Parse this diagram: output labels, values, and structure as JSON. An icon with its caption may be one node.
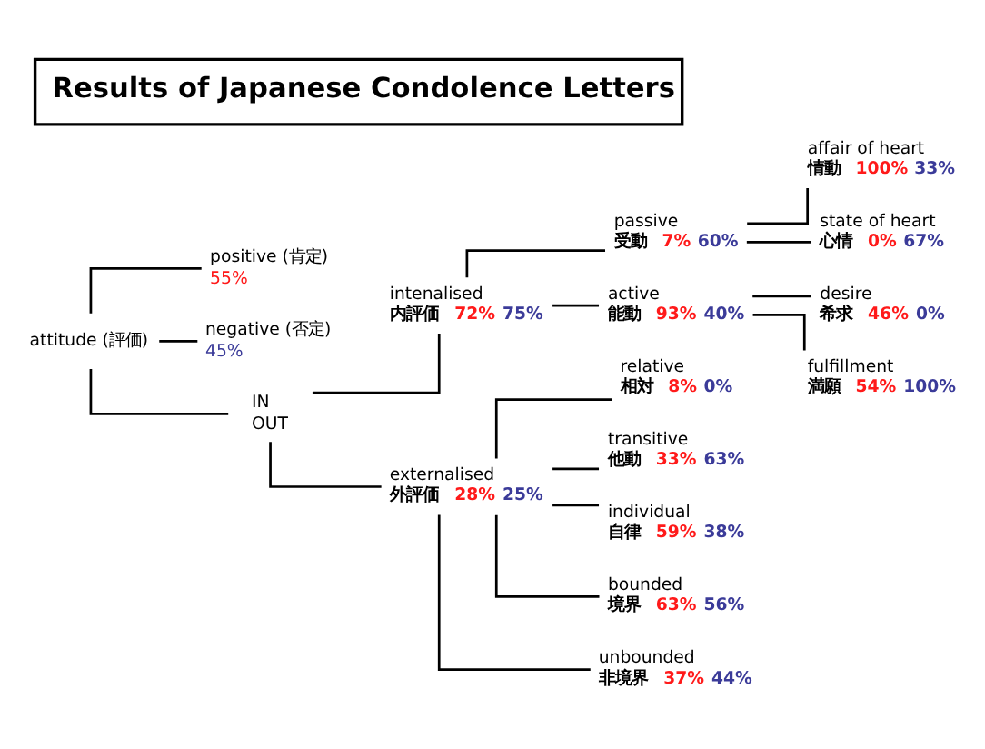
{
  "diagram": {
    "title": "Results of Japanese Condolence Letters",
    "nodes": [
      {
        "text": [
          "attitude (評価)"
        ]
      },
      {
        "text": [
          "positive (肯定)",
          "55%"
        ]
      },
      {
        "text": [
          "negative (否定)",
          "45%"
        ]
      },
      {
        "text": [
          "IN",
          "OUT"
        ]
      },
      {
        "text": [
          "intenalised",
          "内評価",
          "72%",
          "75%"
        ]
      },
      {
        "text": [
          "externalised",
          "外評価",
          "28%",
          "25%"
        ]
      },
      {
        "text": [
          "passive",
          "受動",
          "7%",
          "60%"
        ]
      },
      {
        "text": [
          "active",
          "能動",
          "93%",
          "40%"
        ]
      },
      {
        "text": [
          "affair of heart",
          "情動",
          "100%",
          "33%"
        ]
      },
      {
        "text": [
          "state of heart",
          "心情",
          "0%",
          "67%"
        ]
      },
      {
        "text": [
          "desire",
          "希求",
          "46%",
          "0%"
        ]
      },
      {
        "text": [
          "fulfillment",
          "満願",
          "54%",
          "100%"
        ]
      },
      {
        "text": [
          "relative",
          "相対",
          "8%",
          "0%"
        ]
      },
      {
        "text": [
          "transitive",
          "他動",
          "33%",
          "63%"
        ]
      },
      {
        "text": [
          "individual",
          "自律",
          "59%",
          "38%"
        ]
      },
      {
        "text": [
          "bounded",
          "境界",
          "63%",
          "56%"
        ]
      },
      {
        "text": [
          "unbounded",
          "非境界",
          "37%",
          "44%"
        ]
      }
    ],
    "edges": [
      {
        "from": 0,
        "to": 1,
        "arrow": "none"
      },
      {
        "from": 0,
        "to": 2,
        "arrow": "none"
      },
      {
        "from": 0,
        "to": 3,
        "arrow": "none"
      },
      {
        "from": 3,
        "to": 4,
        "arrow": "none"
      },
      {
        "from": 3,
        "to": 5,
        "arrow": "none"
      },
      {
        "from": 4,
        "to": 6,
        "arrow": "none"
      },
      {
        "from": 4,
        "to": 7,
        "arrow": "none"
      },
      {
        "from": 6,
        "to": 8,
        "arrow": "none"
      },
      {
        "from": 6,
        "to": 9,
        "arrow": "none"
      },
      {
        "from": 7,
        "to": 10,
        "arrow": "none"
      },
      {
        "from": 7,
        "to": 11,
        "arrow": "none"
      },
      {
        "from": 5,
        "to": 12,
        "arrow": "none"
      },
      {
        "from": 5,
        "to": 13,
        "arrow": "none"
      },
      {
        "from": 5,
        "to": 14,
        "arrow": "none"
      },
      {
        "from": 5,
        "to": 15,
        "arrow": "none"
      },
      {
        "from": 5,
        "to": 16,
        "arrow": "none"
      }
    ]
  }
}
